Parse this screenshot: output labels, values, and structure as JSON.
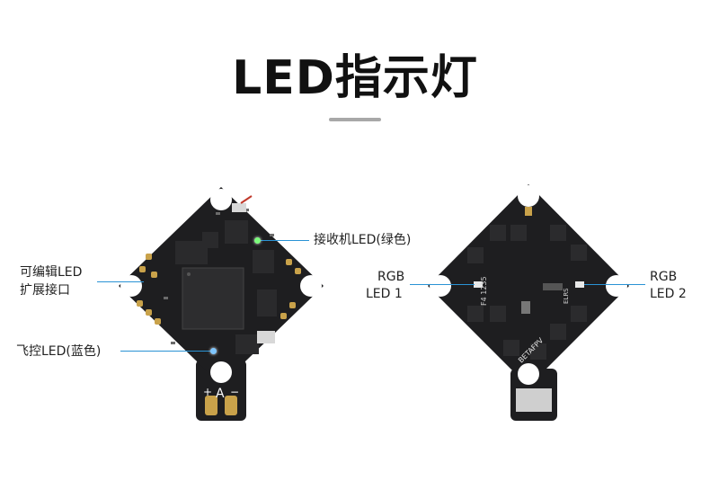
{
  "title": "LED指示灯",
  "colors": {
    "accent_line": "#2a93d5",
    "board": "#1e1e20",
    "pad_gold": "#c9a24a",
    "title_bar": "#a8a8a8"
  },
  "labels": {
    "receiver_led": "接收机LED(绿色)",
    "programmable_led_line1": "可编辑LED",
    "programmable_led_line2": "扩展接口",
    "fc_led": "飞控LED(蓝色)",
    "rgb1_line1": "RGB",
    "rgb1_line2": "LED 1",
    "rgb2_line1": "RGB",
    "rgb2_line2": "LED 2"
  },
  "board_left": {
    "plus": "+",
    "logo": "A",
    "minus": "−"
  },
  "board_right": {
    "silk_brand": "BETAFPV",
    "silk_chip": "F4 1235",
    "silk_elrs": "ELRS"
  }
}
